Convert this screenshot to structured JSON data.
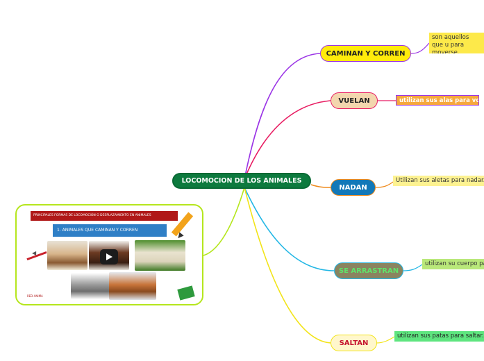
{
  "central": {
    "label": "LOCOMOCION DE LOS ANIMALES",
    "color": "#0d7a3e"
  },
  "branches": [
    {
      "label": "CAMINAN Y CORREN",
      "description": "son aquellos que u para moverse.",
      "branch_color": "#9b35e6",
      "node_bg": "#ffeb0a",
      "node_text": "#222222",
      "desc_bg": "#fde94a",
      "desc_text": "#333333"
    },
    {
      "label": "VUELAN",
      "description": "utilizan sus alas para volar.",
      "branch_color": "#e81e63",
      "node_bg": "#f3d6ae",
      "node_text": "#222222",
      "desc_bg": "#f6a93c",
      "desc_text": "#ffffff"
    },
    {
      "label": "NADAN",
      "description": "Utilizan sus aletas para nadar.",
      "branch_color": "#ef8a1c",
      "node_bg": "#1278b8",
      "node_text": "#ffffff",
      "desc_bg": "#fdf291",
      "desc_text": "#333333"
    },
    {
      "label": "SE ARRASTRAN",
      "description": "utilizan su cuerpo par",
      "branch_color": "#23b7e5",
      "node_bg": "#8a8460",
      "node_text": "#5fe36a",
      "desc_bg": "#b9e87a",
      "desc_text": "#333333"
    },
    {
      "label": "SALTAN",
      "description": "utilizan sus patas para saltar.",
      "branch_color": "#f2e41a",
      "node_bg": "#fff7cc",
      "node_text": "#c4122d",
      "desc_bg": "#5ee57f",
      "desc_text": "#222222"
    }
  ],
  "video": {
    "header": "PRINCIPALES FORMAS DE LOCOMOCIÓN O DESPLAZAMIENTO EN ANIMALES",
    "subtitle": "1. ANIMALES QUE CAMINAN Y CORREN",
    "footer": "RED ANIMA",
    "play_icon": "play-icon",
    "branch_color": "#b5e61d"
  }
}
